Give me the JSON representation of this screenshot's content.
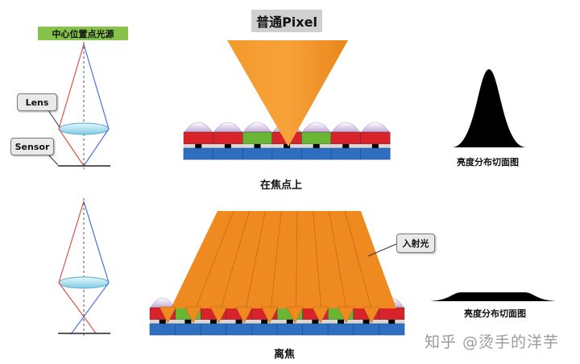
{
  "title": "普通Pixel",
  "center_light_label": "中心位置点光源",
  "lens_label": "Lens",
  "sensor_label": "Sensor",
  "in_focus_caption": "在焦点上",
  "defocus_caption": "离焦",
  "incident_light_label": "入射光",
  "profile_caption_top": "亮度分布切面图",
  "profile_caption_bottom": "亮度分布切面图",
  "watermark": "知乎 @烫手的洋芋",
  "colors": {
    "orange": "#f7901e",
    "red": "#d9232b",
    "green": "#6ab534",
    "blue": "#2f6fc0",
    "microlens": "#c9b6dc",
    "black_profile": "#000000",
    "lens_fill": "#a8def0",
    "label_tag_bg": "#86c34a"
  },
  "pixel_colors_top": [
    "red",
    "red",
    "green",
    "red",
    "green",
    "red",
    "red"
  ],
  "pixel_colors_bottom": [
    "red",
    "green",
    "red",
    "red",
    "red",
    "green",
    "red",
    "green",
    "red",
    "red"
  ]
}
